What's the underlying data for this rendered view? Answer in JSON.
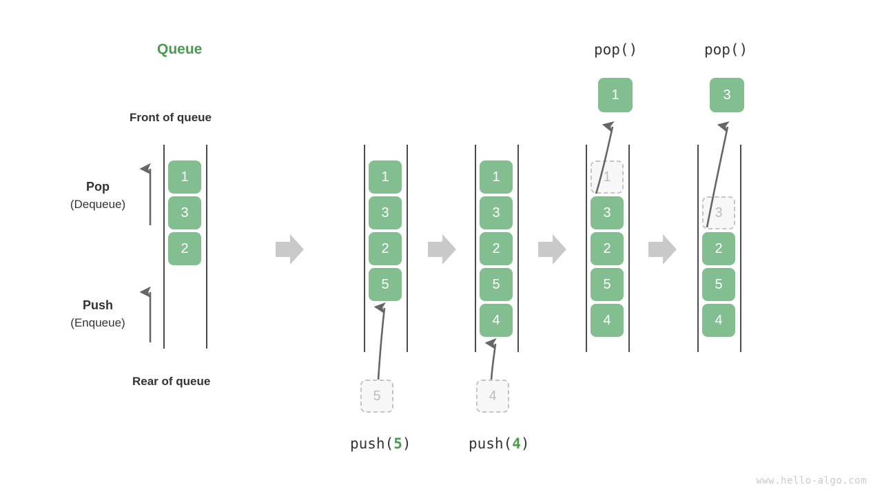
{
  "meta": {
    "title": "Queue",
    "watermark": "www.hello-algo.com",
    "accent_green": "#82be8f",
    "title_green": "#4a9b51",
    "ghost_gray": "#bdbdbd",
    "arrow_gray": "#666666",
    "step_arrow_gray": "#c9c9c9"
  },
  "labels": {
    "front_of_queue": "Front of queue",
    "rear_of_queue": "Rear of queue",
    "pop_main": "Pop",
    "pop_sub": "(Dequeue)",
    "push_main": "Push",
    "push_sub": "(Enqueue)"
  },
  "operations": {
    "push_5": {
      "fn": "push(",
      "arg": "5",
      "close": ")"
    },
    "push_4": {
      "fn": "push(",
      "arg": "4",
      "close": ")"
    },
    "pop_1": "pop()",
    "pop_2": "pop()"
  },
  "columns": [
    {
      "id": "initial",
      "caption": "",
      "cells": [
        "1",
        "3",
        "2"
      ],
      "ghost_index": -1,
      "incoming": null,
      "outgoing": null
    },
    {
      "id": "after-push-5",
      "caption": "push(5)",
      "cells": [
        "1",
        "3",
        "2",
        "5"
      ],
      "ghost_index": -1,
      "incoming": "5",
      "outgoing": null
    },
    {
      "id": "after-push-4",
      "caption": "push(4)",
      "cells": [
        "1",
        "3",
        "2",
        "5",
        "4"
      ],
      "ghost_index": -1,
      "incoming": "4",
      "outgoing": null
    },
    {
      "id": "after-pop-1",
      "caption": "pop()",
      "cells": [
        "1",
        "3",
        "2",
        "5",
        "4"
      ],
      "ghost_index": 0,
      "incoming": null,
      "outgoing": "1"
    },
    {
      "id": "after-pop-3",
      "caption": "pop()",
      "cells": [
        "",
        "3",
        "2",
        "5",
        "4"
      ],
      "ghost_index": 1,
      "incoming": null,
      "outgoing": "3"
    }
  ]
}
